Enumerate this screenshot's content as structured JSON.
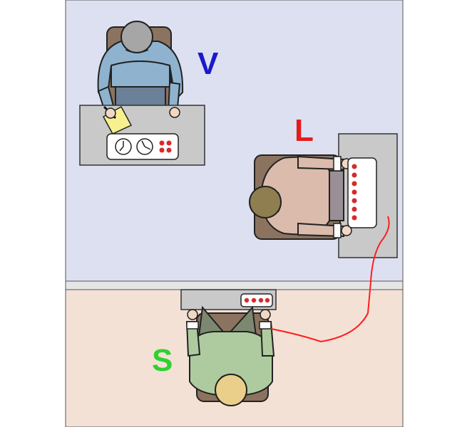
{
  "labels": {
    "experimenter": "V",
    "learner": "L",
    "subject": "S"
  },
  "colors": {
    "upper_room": "#dde0f1",
    "lower_room": "#f4e1d6",
    "wall": "#e4e6e6",
    "desk": "#c9c9c9",
    "experimenter_shirt": "#8fb3cf",
    "experimenter_hair": "#a6a6a6",
    "learner_shirt": "#dbbbac",
    "learner_hair": "#8f7f50",
    "subject_shirt": "#aecb9f",
    "subject_hair": "#e9cf8a",
    "chair": "#8b7360",
    "note_paper": "#f8f08e",
    "button": "#d62b2b",
    "wire": "#ff1e1e",
    "label_v": "#1a1acc",
    "label_l": "#e31b1b",
    "label_s": "#2fd12f"
  }
}
